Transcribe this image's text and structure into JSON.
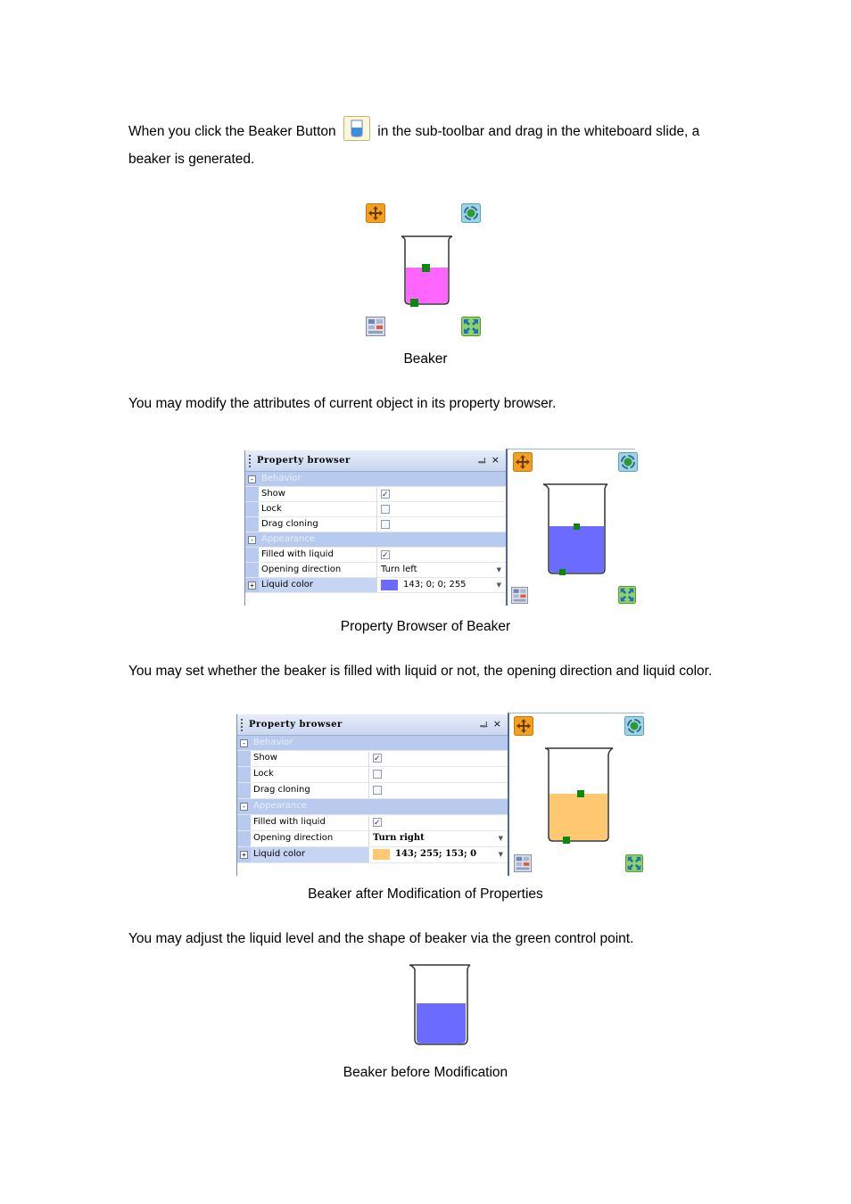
{
  "intro": {
    "before_icon": "When you click the Beaker Button",
    "after_icon": "in the sub-toolbar and drag in the whiteboard slide, a",
    "line2": "beaker is generated.",
    "icon": "beaker-button-icon"
  },
  "figure1": {
    "caption": "Beaker",
    "liquid_color": "#ff66ff"
  },
  "para2": "You may modify the attributes of current object in its property browser.",
  "browser1": {
    "title": "Property browser",
    "pin": "ᆗ",
    "close": "×",
    "categories": {
      "behavior": "Behavior",
      "appearance": "Appearance"
    },
    "rows": {
      "show": "Show",
      "lock": "Lock",
      "drag": "Drag cloning",
      "filled": "Filled with liquid",
      "opening": "Opening direction",
      "color": "Liquid color"
    },
    "values": {
      "opening": "Turn left",
      "color": "143; 0; 0; 255"
    },
    "swatch": "#6b6bff",
    "liquid_color": "#6b6bff",
    "caption": "Property Browser of Beaker"
  },
  "para3": "You may set whether the beaker is filled with liquid or not, the opening direction and liquid color.",
  "browser2": {
    "title": "Property browser",
    "pin": "ᆗ",
    "close": "×",
    "categories": {
      "behavior": "Behavior",
      "appearance": "Appearance"
    },
    "rows": {
      "show": "Show",
      "lock": "Lock",
      "drag": "Drag cloning",
      "filled": "Filled with liquid",
      "opening": "Opening direction",
      "color": "Liquid color"
    },
    "values": {
      "opening": "Turn right",
      "color": "143; 255; 153; 0"
    },
    "swatch": "#ffc871",
    "liquid_color": "#ffc871",
    "caption": "Beaker after Modification of Properties"
  },
  "para4": "You may adjust the liquid level and the shape of beaker via the green control point.",
  "figure4": {
    "caption": "Beaker before Modification",
    "liquid_color": "#6b6bff"
  },
  "colors": {
    "handle_green": "#0a8a0a",
    "move_orange": "#f3a020",
    "accent_blue": "#b8cbee"
  }
}
